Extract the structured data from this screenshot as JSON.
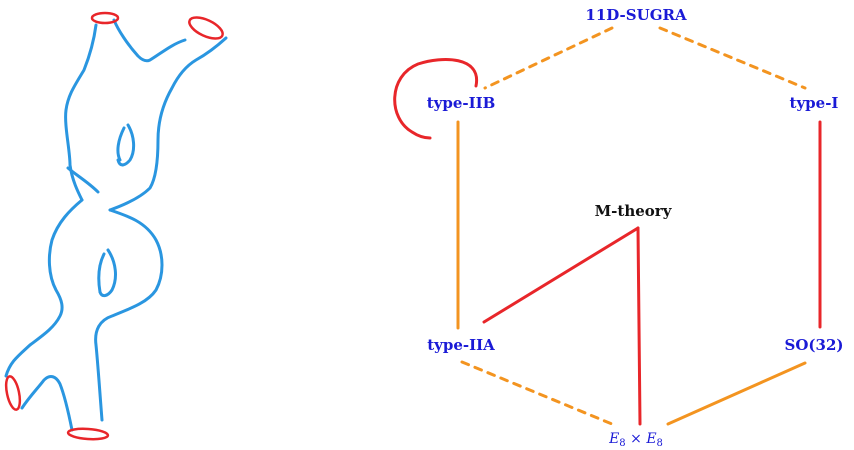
{
  "nodes": {
    "sugra": "11D-SUGRA",
    "typeIIB": "type-IIB",
    "typeI": "type-I",
    "mtheory": "M-theory",
    "typeIIA": "type-IIA",
    "so32": "SO(32)",
    "e8": {
      "base": "E",
      "sub": "8",
      "times": " × "
    }
  },
  "colors": {
    "surface": "#2a96e0",
    "boundary": "#e8262a",
    "orange": "#f39420",
    "red": "#e8262a",
    "label_blue": "#1a1ad6",
    "label_black": "#111111"
  },
  "edges": [
    {
      "from": "sugra",
      "to": "typeIIB",
      "color": "orange",
      "style": "dashed"
    },
    {
      "from": "sugra",
      "to": "typeI",
      "color": "orange",
      "style": "dashed"
    },
    {
      "from": "typeIIB",
      "to": "typeIIA",
      "color": "orange",
      "style": "solid"
    },
    {
      "from": "typeI",
      "to": "so32",
      "color": "red",
      "style": "solid"
    },
    {
      "from": "typeIIA",
      "to": "e8",
      "color": "orange",
      "style": "dashed"
    },
    {
      "from": "so32",
      "to": "e8",
      "color": "orange",
      "style": "solid"
    },
    {
      "from": "typeIIA",
      "to": "mtheory",
      "color": "red",
      "style": "solid"
    },
    {
      "from": "mtheory",
      "to": "e8",
      "color": "red",
      "style": "solid"
    },
    {
      "from": "typeIIB",
      "to": "typeIIB",
      "color": "red",
      "style": "loop"
    }
  ]
}
